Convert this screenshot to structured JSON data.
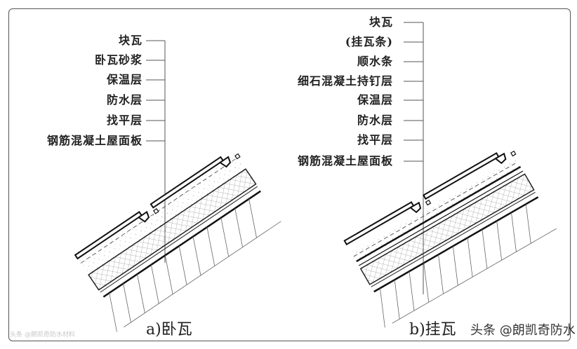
{
  "left": {
    "labels": [
      "块瓦",
      "卧瓦砂浆",
      "保温层",
      "防水层",
      "找平层",
      "钢筋混凝土屋面板"
    ],
    "caption": "a)卧瓦"
  },
  "right": {
    "labels": [
      "块瓦",
      "(挂瓦条)",
      "顺水条",
      "细石混凝土持钉层",
      "保温层",
      "防水层",
      "找平层",
      "钢筋混凝土屋面板"
    ],
    "caption": "b)挂瓦"
  },
  "watermark": "头条 @朗凯奇防水",
  "watermark_small": "头条 @朗凯奇防水材料"
}
